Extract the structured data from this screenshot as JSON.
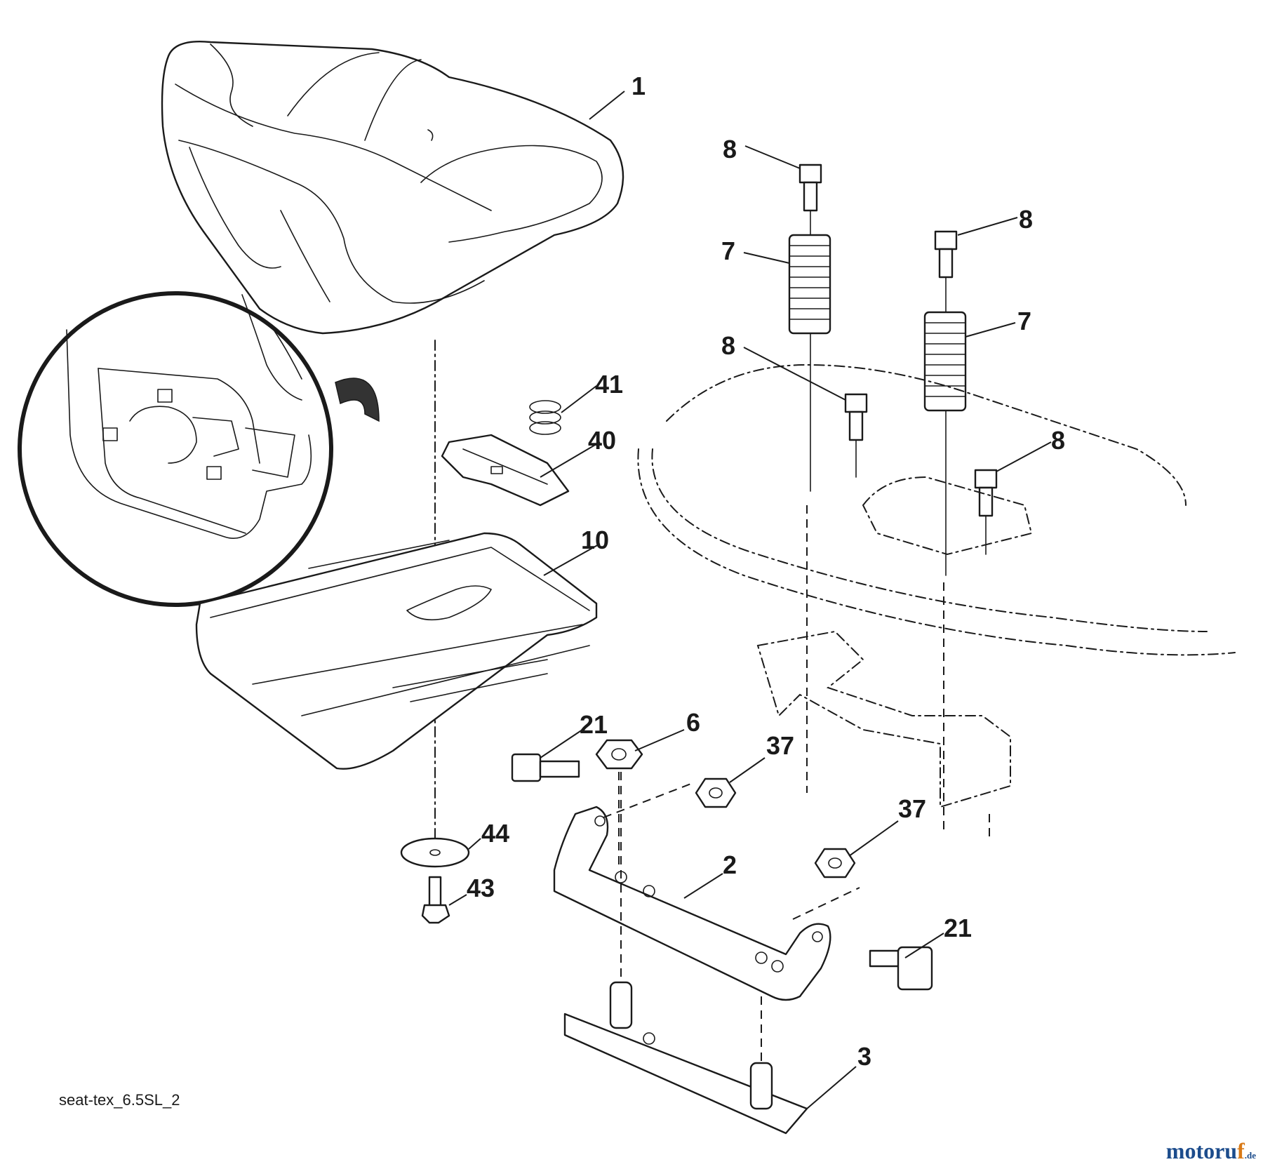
{
  "diagram": {
    "callouts": [
      {
        "id": "c1",
        "label": "1"
      },
      {
        "id": "c8a",
        "label": "8"
      },
      {
        "id": "c8b",
        "label": "8"
      },
      {
        "id": "c7a",
        "label": "7"
      },
      {
        "id": "c7b",
        "label": "7"
      },
      {
        "id": "c8c",
        "label": "8"
      },
      {
        "id": "c8d",
        "label": "8"
      },
      {
        "id": "c41",
        "label": "41"
      },
      {
        "id": "c40",
        "label": "40"
      },
      {
        "id": "c10",
        "label": "10"
      },
      {
        "id": "c21a",
        "label": "21"
      },
      {
        "id": "c6",
        "label": "6"
      },
      {
        "id": "c37a",
        "label": "37"
      },
      {
        "id": "c37b",
        "label": "37"
      },
      {
        "id": "c44",
        "label": "44"
      },
      {
        "id": "c43",
        "label": "43"
      },
      {
        "id": "c2",
        "label": "2"
      },
      {
        "id": "c21b",
        "label": "21"
      },
      {
        "id": "c3",
        "label": "3"
      }
    ]
  },
  "caption": "seat-tex_6.5SL_2",
  "brand": {
    "main": "motoru",
    "accent": "f",
    "tld": ".de"
  },
  "colors": {
    "line": "#1a1a1a",
    "brand_blue": "#1c4c8c",
    "brand_orange": "#d97a17"
  }
}
